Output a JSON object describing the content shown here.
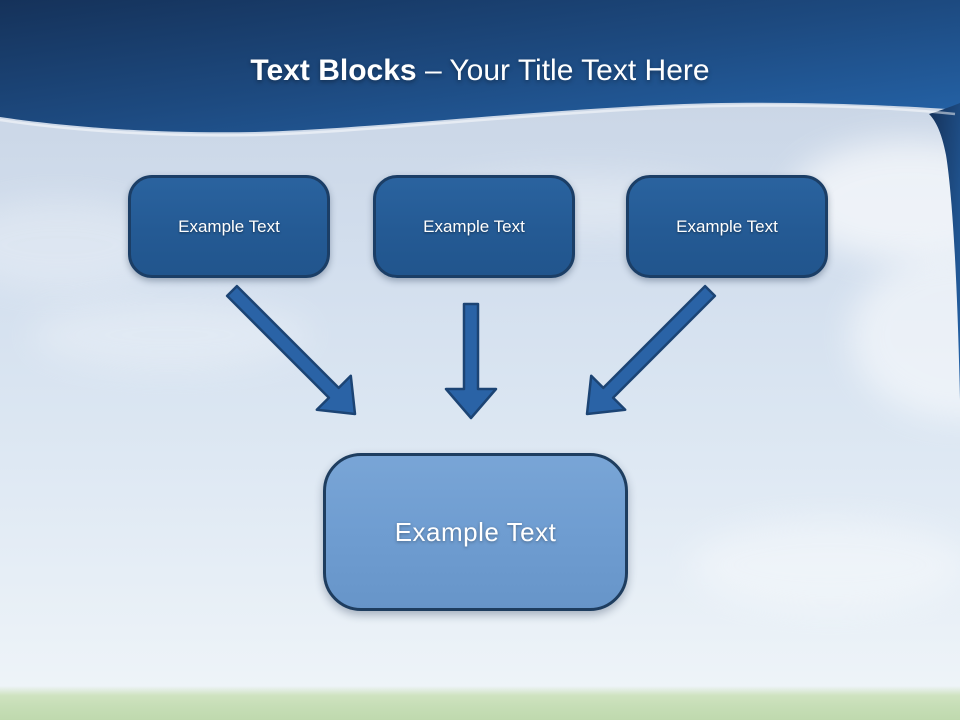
{
  "slide": {
    "title": {
      "bold_text": "Text Blocks",
      "regular_text": "– Your Title Text Here"
    },
    "top_blocks": [
      {
        "label": "Example Text"
      },
      {
        "label": "Example Text"
      },
      {
        "label": "Example Text"
      }
    ],
    "bottom_block": {
      "label": "Example Text"
    },
    "icons": [
      "arrow-diagonal-down-right-icon",
      "arrow-straight-down-icon",
      "arrow-diagonal-down-left-icon"
    ],
    "colors": {
      "header_gradient_top_left": "#17345a",
      "header_gradient_bottom_right": "#2565ab",
      "block_fill": "#245a94",
      "block_border": "#1b3e66",
      "result_block_fill": "#6f9dd1",
      "result_block_border": "#1e3d5f",
      "arrow_fill": "#2a63a6",
      "arrow_border": "#1c4474",
      "sky_top": "#c5cedd",
      "sky_bottom": "#eef4f8",
      "grass": "#bfd9ae",
      "title_text": "#ffffff"
    }
  }
}
